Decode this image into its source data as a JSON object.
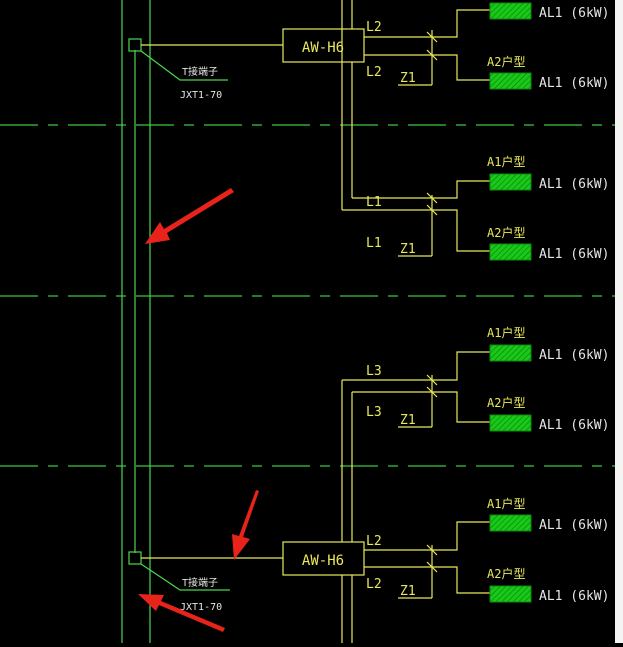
{
  "colors": {
    "background": "#000000",
    "conductor_yellow": "#e8e85a",
    "riser_green": "#4cd64c",
    "cabinet_hatch_green": "#19c919",
    "dash_line_green": "#3ec63e",
    "arrow_red": "#e8231a",
    "text_white": "#e6e6e6"
  },
  "boxes": [
    {
      "label": "AW-H6"
    },
    {
      "label": "AW-H6"
    }
  ],
  "terminals": [
    {
      "label": "T接端子",
      "model": "JXT1-70"
    },
    {
      "label": "T接端子",
      "model": "JXT1-70"
    }
  ],
  "phases": [
    "L2",
    "L2",
    "L1",
    "L1",
    "L3",
    "L3",
    "L2",
    "L2"
  ],
  "z_labels": [
    "Z1",
    "Z1",
    "Z1",
    "Z1"
  ],
  "units": [
    {
      "type": "",
      "load": "AL1 (6kW)"
    },
    {
      "type": "A2户型",
      "load": "AL1 (6kW)"
    },
    {
      "type": "A1户型",
      "load": "AL1 (6kW)"
    },
    {
      "type": "A2户型",
      "load": "AL1 (6kW)"
    },
    {
      "type": "A1户型",
      "load": "AL1 (6kW)"
    },
    {
      "type": "A2户型",
      "load": "AL1 (6kW)"
    },
    {
      "type": "A1户型",
      "load": "AL1 (6kW)"
    },
    {
      "type": "A2户型",
      "load": "AL1 (6kW)"
    }
  ]
}
